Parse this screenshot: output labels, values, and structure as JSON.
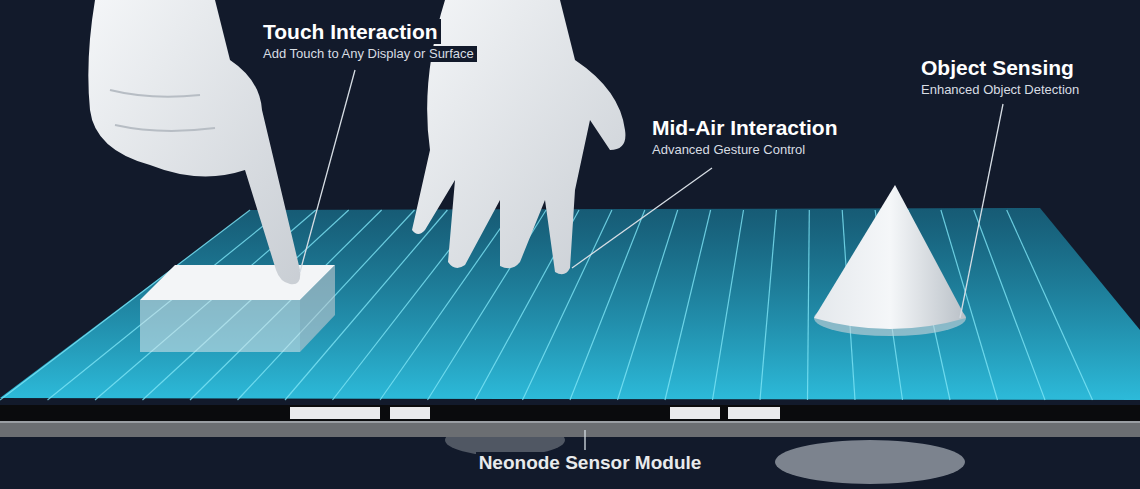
{
  "diagram": {
    "labels": [
      "Touch Interaction",
      "Add Touch to Any Display or Surface",
      "Mid-Air Interaction",
      "Advanced Gesture Control",
      "Object Sensing",
      "Enhanced Object Detection",
      "Neonode Sensor Module"
    ]
  }
}
